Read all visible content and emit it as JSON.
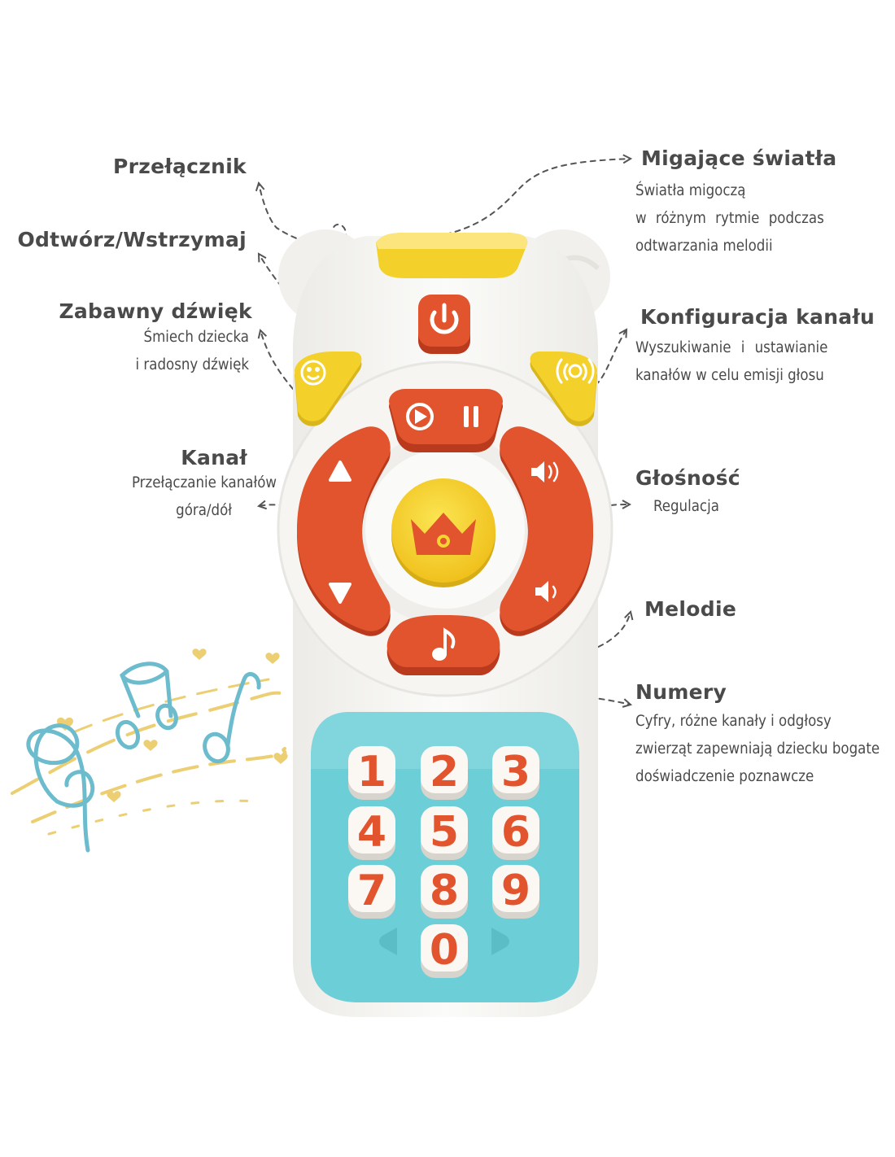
{
  "annotations": {
    "switch": {
      "title": "Przełącznik"
    },
    "play_pause": {
      "title": "Odtwórz/Wstrzymaj"
    },
    "funny_sound": {
      "title": "Zabawny dźwięk",
      "lines": [
        "Śmiech dziecka",
        "i radosny dźwięk"
      ]
    },
    "channel": {
      "title": "Kanał",
      "lines": [
        "Przełączanie kanałów",
        "góra/dół"
      ]
    },
    "lights": {
      "title": "Migające światła",
      "lines": [
        "Światła migoczą",
        "w różnym rytmie podczas",
        "odtwarzania melodii"
      ]
    },
    "channel_config": {
      "title": "Konfiguracja kanału",
      "lines": [
        "Wyszukiwanie i ustawianie",
        "kanałów w celu emisji głosu"
      ]
    },
    "volume": {
      "title": "Głośność",
      "lines": [
        "Regulacja"
      ]
    },
    "melodies": {
      "title": "Melodie"
    },
    "numbers": {
      "title": "Numery",
      "lines": [
        "Cyfry, różne kanały i odgłosy",
        "zwierząt zapewniają dziecku bogate",
        "doświadczenie poznawcze"
      ]
    }
  },
  "keypad": [
    "1",
    "2",
    "3",
    "4",
    "5",
    "6",
    "7",
    "8",
    "9",
    "0"
  ],
  "icons": {
    "power": "power-icon",
    "play": "play-icon",
    "pause": "pause-icon",
    "baby": "baby-face-icon",
    "speaker": "speaker-waves-icon",
    "crown": "crown-icon",
    "note": "music-note-icon",
    "up": "arrow-up-icon",
    "down": "arrow-down-icon",
    "volume_up": "volume-up-icon",
    "volume_down": "volume-down-icon"
  },
  "colors": {
    "remote_body": "#f7f6f3",
    "button_red": "#e2542d",
    "button_yellow": "#f4d02a",
    "keypad_blue": "#6ccfd7",
    "text": "#4a4a4a",
    "music_blue": "#6cbccd",
    "music_gold": "#eccf72"
  }
}
